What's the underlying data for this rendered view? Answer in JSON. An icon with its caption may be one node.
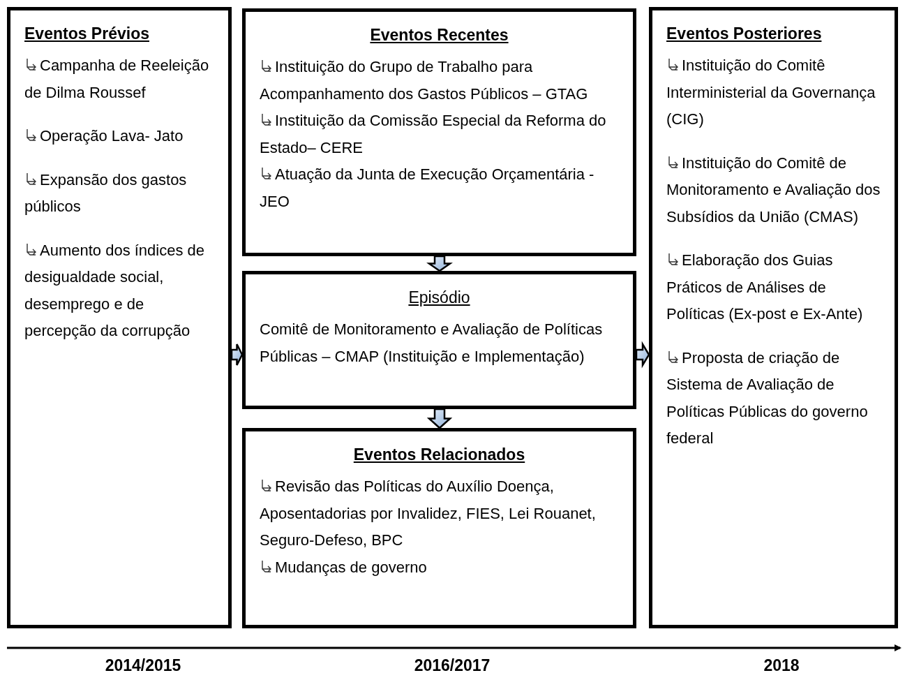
{
  "diagram": {
    "nodes": [
      {
        "text": [
          "Eventos Prévios",
          "Campanha de Reeleição de Dilma Roussef",
          "Operação Lava- Jato",
          "Expansão dos gastos públicos",
          "Aumento dos índices de desigualdade social, desemprego e de percepção da corrupção"
        ]
      },
      {
        "text": [
          "Eventos Recentes",
          "Instituição do Grupo de Trabalho para Acompanhamento dos Gastos Públicos – GTAG",
          "Instituição da Comissão Especial da Reforma do Estado– CERE",
          "Atuação da Junta de Execução Orçamentária - JEO"
        ]
      },
      {
        "text": [
          "Episódio",
          "Comitê de Monitoramento e Avaliação de Políticas Públicas – CMAP (Instituição e Implementação)"
        ]
      },
      {
        "text": [
          "Eventos Relacionados",
          "Revisão das Políticas do Auxílio Doença, Aposentadorias por Invalidez, FIES, Lei Rouanet, Seguro-Defeso, BPC",
          "Mudanças de governo"
        ]
      },
      {
        "text": [
          "Eventos Posteriores",
          "Instituição do Comitê Interministerial da Governança (CIG)",
          "Instituição do Comitê de Monitoramento e Avaliação dos Subsídios da União (CMAS)",
          "Elaboração dos Guias Práticos de Análises de Políticas (Ex-post e Ex-Ante)",
          "Proposta de criação de Sistema de Avaliação de Políticas Públicas do governo federal"
        ]
      }
    ],
    "edges": [
      {
        "from": 0,
        "to": 2,
        "arrow": "to"
      },
      {
        "from": 1,
        "to": 2,
        "arrow": "to"
      },
      {
        "from": 2,
        "to": 3,
        "arrow": "to"
      },
      {
        "from": 2,
        "to": 4,
        "arrow": "to"
      }
    ],
    "labels": [
      "2014/2015",
      "2016/2017",
      "2018"
    ]
  }
}
